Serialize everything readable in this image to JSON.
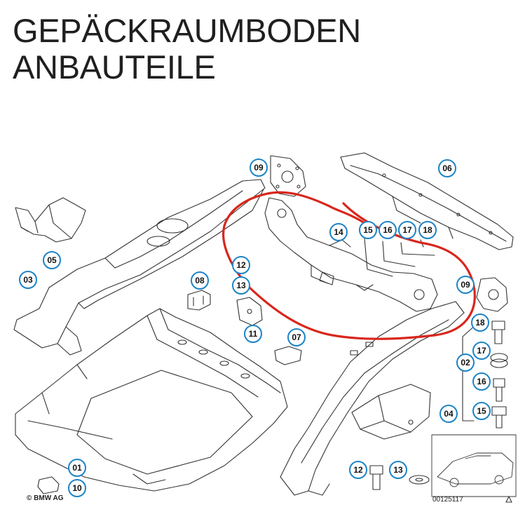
{
  "title": {
    "line1": "GEPÄCKRAUMBODEN",
    "line2": "ANBAUTEILE"
  },
  "copyright": "© BMW AG",
  "doc_number": "00125117",
  "callouts": [
    {
      "id": "c09a",
      "label": "09"
    },
    {
      "id": "c06",
      "label": "06"
    },
    {
      "id": "c05",
      "label": "05"
    },
    {
      "id": "c03",
      "label": "03"
    },
    {
      "id": "c14",
      "label": "14"
    },
    {
      "id": "c15a",
      "label": "15"
    },
    {
      "id": "c16a",
      "label": "16"
    },
    {
      "id": "c17a",
      "label": "17"
    },
    {
      "id": "c18a",
      "label": "18"
    },
    {
      "id": "c12a",
      "label": "12"
    },
    {
      "id": "c13a",
      "label": "13"
    },
    {
      "id": "c08",
      "label": "08"
    },
    {
      "id": "c09b",
      "label": "09"
    },
    {
      "id": "c11",
      "label": "11"
    },
    {
      "id": "c07",
      "label": "07"
    },
    {
      "id": "c18b",
      "label": "18"
    },
    {
      "id": "c17b",
      "label": "17"
    },
    {
      "id": "c02",
      "label": "02"
    },
    {
      "id": "c16b",
      "label": "16"
    },
    {
      "id": "c04",
      "label": "04"
    },
    {
      "id": "c15b",
      "label": "15"
    },
    {
      "id": "c01",
      "label": "01"
    },
    {
      "id": "c10",
      "label": "10"
    },
    {
      "id": "c12b",
      "label": "12"
    },
    {
      "id": "c13b",
      "label": "13"
    }
  ],
  "colors": {
    "callout_border": "#1c84c6",
    "annotation_marker": "#d8261c",
    "line_art": "#333333"
  }
}
